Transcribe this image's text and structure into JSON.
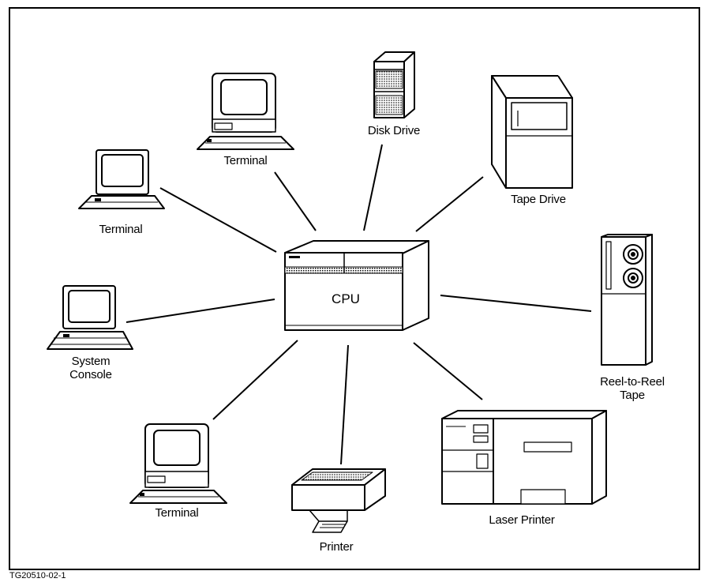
{
  "cpu": {
    "label": "CPU"
  },
  "devices": {
    "terminal_top": "Terminal",
    "terminal_left": "Terminal",
    "system_console": "System\nConsole",
    "terminal_bottom": "Terminal",
    "printer": "Printer",
    "laser_printer": "Laser Printer",
    "reel_to_reel": "Reel-to-Reel\nTape",
    "tape_drive": "Tape Drive",
    "disk_drive": "Disk Drive"
  },
  "figure_id": "TG20510-02-1"
}
